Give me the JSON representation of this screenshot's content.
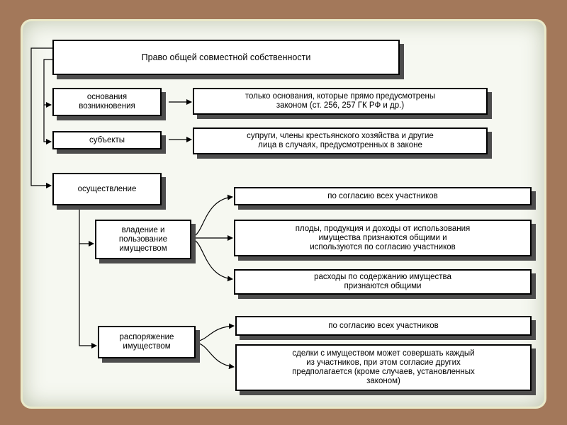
{
  "diagram": {
    "root": "Право  общей  совместной  собственности",
    "grounds": {
      "label": "основания\nвозникновения",
      "detail": "только основания, которые прямо предусмотрены\nзаконом (ст. 256, 257 ГК РФ и др.)"
    },
    "subjects": {
      "label": "субъекты",
      "detail": "супруги, члены крестьянского хозяйства и другие\nлица в случаях, предусмотренных в законе"
    },
    "exercise": {
      "label": "осуществление",
      "possession": {
        "label": "владение и\nпользование\nимуществом",
        "items": [
          "по согласию всех участников",
          "плоды, продукция и доходы от использования\nимущества признаются общими и\nиспользуются по согласию участников",
          "расходы по содержанию имущества\nпризнаются общими"
        ]
      },
      "disposal": {
        "label": "распоряжение\nимуществом",
        "items": [
          "по согласию всех участников",
          "сделки с имуществом может совершать каждый\nиз участников, при этом согласие других\nпредполагается (кроме случаев, установленных\nзаконом)"
        ]
      }
    }
  }
}
